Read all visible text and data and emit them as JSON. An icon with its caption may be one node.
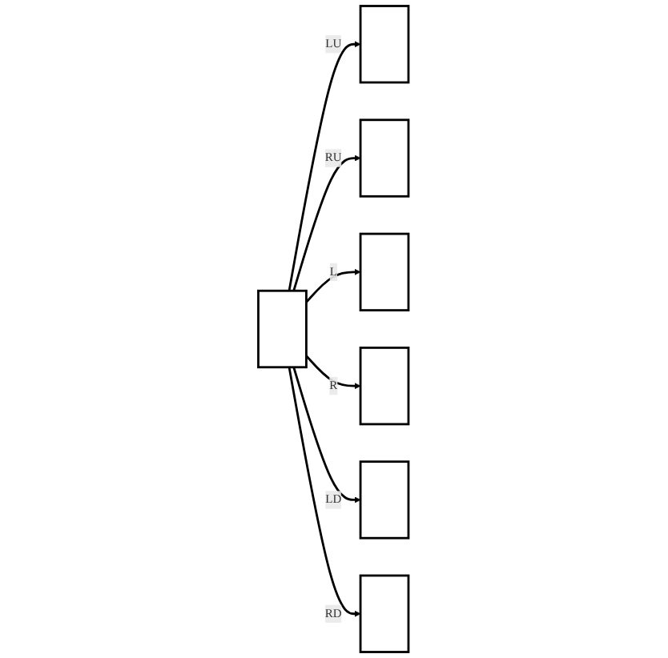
{
  "diagram": {
    "nodes": [
      {
        "text": [],
        "shape": "box"
      },
      {
        "text": [],
        "shape": "box"
      },
      {
        "text": [],
        "shape": "box"
      },
      {
        "text": [],
        "shape": "box"
      },
      {
        "text": [],
        "shape": "box"
      },
      {
        "text": [],
        "shape": "box"
      },
      {
        "text": [],
        "shape": "box"
      }
    ],
    "edges": [
      {
        "from": 3,
        "to": 0,
        "arrow": "to",
        "label": "LU"
      },
      {
        "from": 3,
        "to": 1,
        "arrow": "to",
        "label": "RU"
      },
      {
        "from": 3,
        "to": 2,
        "arrow": "to",
        "label": "L"
      },
      {
        "from": 3,
        "to": 4,
        "arrow": "to",
        "label": "R"
      },
      {
        "from": 3,
        "to": 5,
        "arrow": "to",
        "label": "LD"
      },
      {
        "from": 3,
        "to": 6,
        "arrow": "to",
        "label": "RD"
      }
    ]
  }
}
